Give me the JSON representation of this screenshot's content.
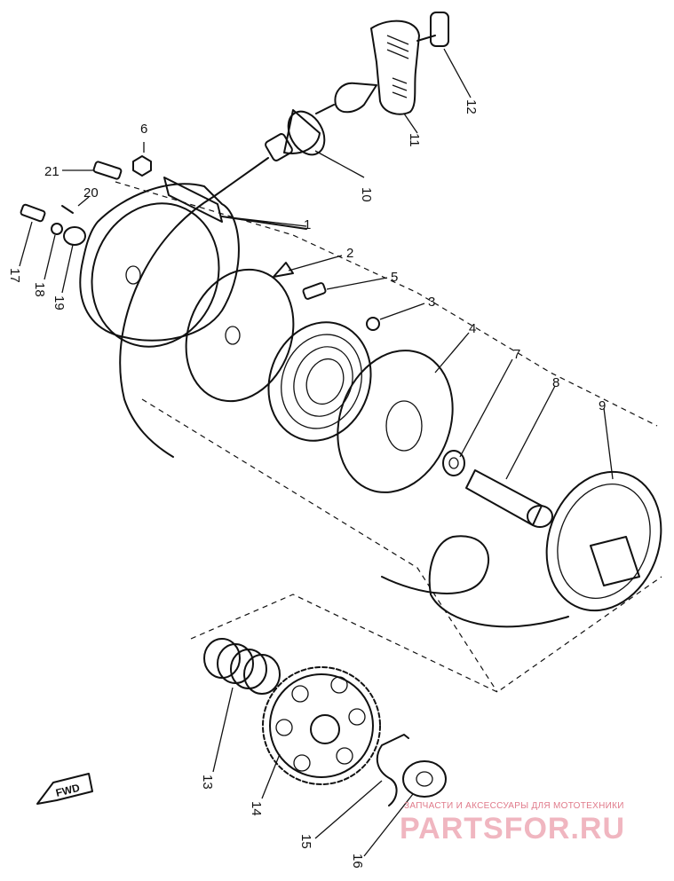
{
  "parts": [
    {
      "no": "1"
    },
    {
      "no": "2"
    },
    {
      "no": "3"
    },
    {
      "no": "4"
    },
    {
      "no": "5"
    },
    {
      "no": "6"
    },
    {
      "no": "7"
    },
    {
      "no": "8"
    },
    {
      "no": "9"
    },
    {
      "no": "10"
    },
    {
      "no": "11"
    },
    {
      "no": "12"
    },
    {
      "no": "13"
    },
    {
      "no": "14"
    },
    {
      "no": "15"
    },
    {
      "no": "16"
    },
    {
      "no": "17"
    },
    {
      "no": "18"
    },
    {
      "no": "19"
    },
    {
      "no": "20"
    },
    {
      "no": "21"
    }
  ],
  "direction_marker": {
    "label": "FWD"
  },
  "watermark": {
    "tagline": "ЗАПЧАСТИ И АКСЕССУАРЫ ДЛЯ МОТОТЕХНИКИ",
    "brand": "PARTSFOR.RU"
  },
  "colors": {
    "ink": "#111111",
    "watermark": "#f0b6c0",
    "background": "#ffffff"
  }
}
